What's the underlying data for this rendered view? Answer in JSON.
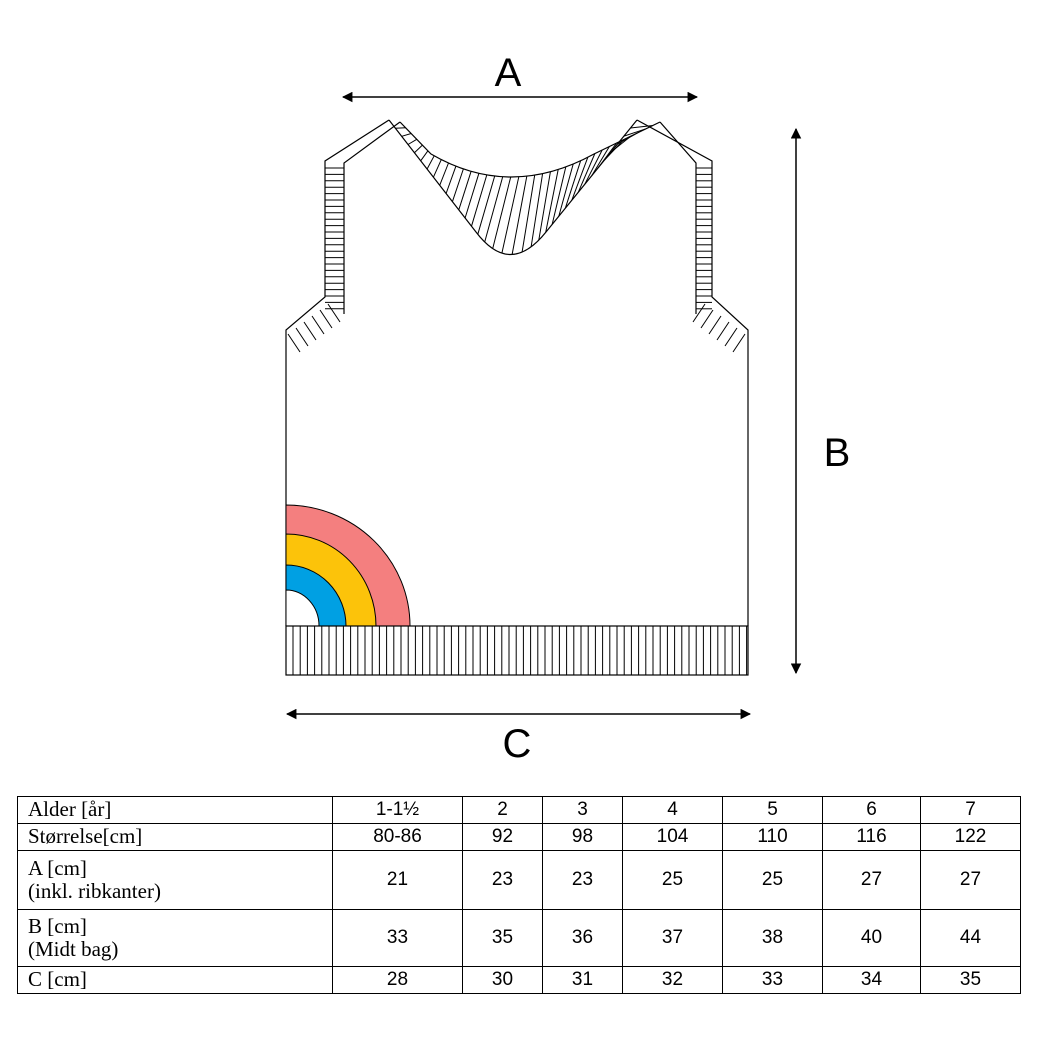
{
  "diagram": {
    "labels": {
      "a": "A",
      "b": "B",
      "c": "C"
    },
    "rainbow_colors": [
      "#f47f7f",
      "#fcc30a",
      "#00a0e3"
    ],
    "line_color": "#000000"
  },
  "table": {
    "header_row": {
      "label": "Alder [år]",
      "values": [
        "1-1½",
        "2",
        "3",
        "4",
        "5",
        "6",
        "7"
      ]
    },
    "rows": [
      {
        "label": "Størrelse[cm]",
        "sublabel": "",
        "values": [
          "80-86",
          "92",
          "98",
          "104",
          "110",
          "116",
          "122"
        ]
      },
      {
        "label": "A [cm]",
        "sublabel": "(inkl. ribkanter)",
        "values": [
          "21",
          "23",
          "23",
          "25",
          "25",
          "27",
          "27"
        ]
      },
      {
        "label": "B [cm]",
        "sublabel": "(Midt bag)",
        "values": [
          "33",
          "35",
          "36",
          "37",
          "38",
          "40",
          "44"
        ]
      },
      {
        "label": "C [cm]",
        "sublabel": "",
        "values": [
          "28",
          "30",
          "31",
          "32",
          "33",
          "34",
          "35"
        ]
      }
    ]
  }
}
